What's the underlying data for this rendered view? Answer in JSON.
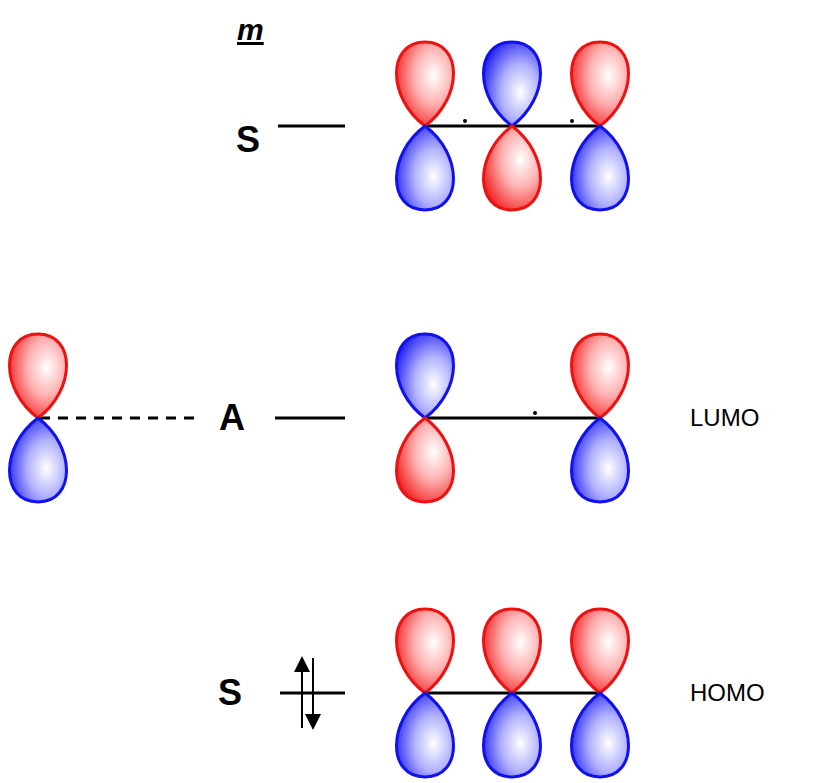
{
  "diagram": {
    "labels": [
      "m",
      "S",
      "A",
      "LUMO",
      "S",
      "HOMO"
    ]
  }
}
